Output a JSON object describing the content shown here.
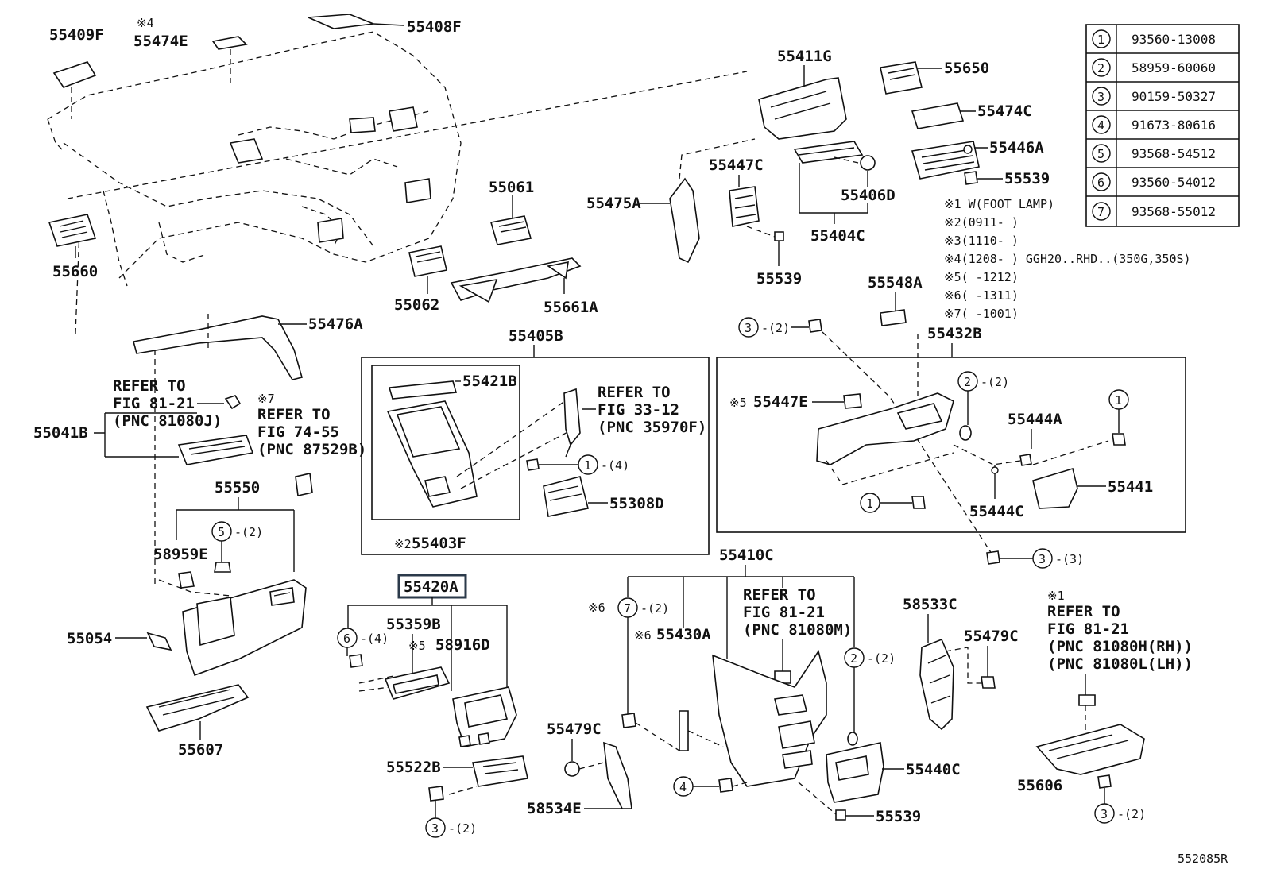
{
  "parts": {
    "p55409F": "55409F",
    "p55474E": "55474E",
    "p55408F": "55408F",
    "p55411G": "55411G",
    "p55650": "55650",
    "p55474C": "55474C",
    "p55446A": "55446A",
    "p55539a": "55539",
    "p55447C": "55447C",
    "p55406D": "55406D",
    "p55404C": "55404C",
    "p55539b": "55539",
    "p55475A": "55475A",
    "p55061": "55061",
    "p55660": "55660",
    "p55062": "55062",
    "p55661A": "55661A",
    "p55476A": "55476A",
    "p55405B": "55405B",
    "p55421B": "55421B",
    "p55403F": "55403F",
    "p55308D": "55308D",
    "p55548A": "55548A",
    "p55432B": "55432B",
    "p55447E": "55447E",
    "p55444A": "55444A",
    "p55441": "55441",
    "p55444C": "55444C",
    "p55041B": "55041B",
    "p55550": "55550",
    "p58959E": "58959E",
    "p55054": "55054",
    "p55607": "55607",
    "p55420A": "55420A",
    "p55359B": "55359B",
    "p58916D": "58916D",
    "p55522B": "55522B",
    "p55410C": "55410C",
    "p55430A": "55430A",
    "p55479Ca": "55479C",
    "p58534E": "58534E",
    "p55440C": "55440C",
    "p55539c": "55539",
    "p58533C": "58533C",
    "p55479Cb": "55479C",
    "p55606": "55606"
  },
  "marks": {
    "m4": "※4",
    "m7": "※7",
    "m5a": "※5",
    "m5b": "※5",
    "m2": "※2",
    "m6a": "※6",
    "m6b": "※6",
    "m1": "※1"
  },
  "refs": {
    "ref_fig81_21_a": [
      "REFER TO",
      "FIG 81-21",
      "(PNC 81080J)"
    ],
    "ref_fig74_55": [
      "REFER TO",
      "FIG 74-55",
      "(PNC 87529B)"
    ],
    "ref_fig33_12": [
      "REFER TO",
      "FIG 33-12",
      "(PNC 35970F)"
    ],
    "ref_fig81_21_b": [
      "REFER TO",
      "FIG 81-21",
      "(PNC 81080M)"
    ],
    "ref_fig81_21_c": [
      "REFER TO",
      "FIG 81-21",
      "(PNC 81080H(RH))",
      "(PNC 81080L(LH))"
    ]
  },
  "callouts": {
    "c3_2_top": [
      "3",
      "-(2)"
    ],
    "c2_2_right": [
      "2",
      "-(2)"
    ],
    "c1_right": [
      "1",
      ""
    ],
    "c1_left": [
      "1",
      ""
    ],
    "c3_3": [
      "3",
      "-(3)"
    ],
    "c1_4": [
      "1",
      "-(4)"
    ],
    "c5_2": [
      "5",
      "-(2)"
    ],
    "c6_4": [
      "6",
      "-(4)"
    ],
    "c3_2_bottom": [
      "3",
      "-(2)"
    ],
    "c7_2": [
      "7",
      "-(2)"
    ],
    "c2_2_center": [
      "2",
      "-(2)"
    ],
    "c4": [
      "4",
      ""
    ],
    "c3_2_right": [
      "3",
      "-(2)"
    ]
  },
  "legend": [
    {
      "n": "1",
      "code": "93560-13008"
    },
    {
      "n": "2",
      "code": "58959-60060"
    },
    {
      "n": "3",
      "code": "90159-50327"
    },
    {
      "n": "4",
      "code": "91673-80616"
    },
    {
      "n": "5",
      "code": "93568-54512"
    },
    {
      "n": "6",
      "code": "93560-54012"
    },
    {
      "n": "7",
      "code": "93568-55012"
    }
  ],
  "footnotes": [
    "※1 W(FOOT LAMP)",
    "※2(0911-    )",
    "※3(1110-    )",
    "※4(1208-    ) GGH20..RHD..(350G,350S)",
    "※5(    -1212)",
    "※6(    -1311)",
    "※7(    -1001)"
  ],
  "diagram_id": "552085R"
}
